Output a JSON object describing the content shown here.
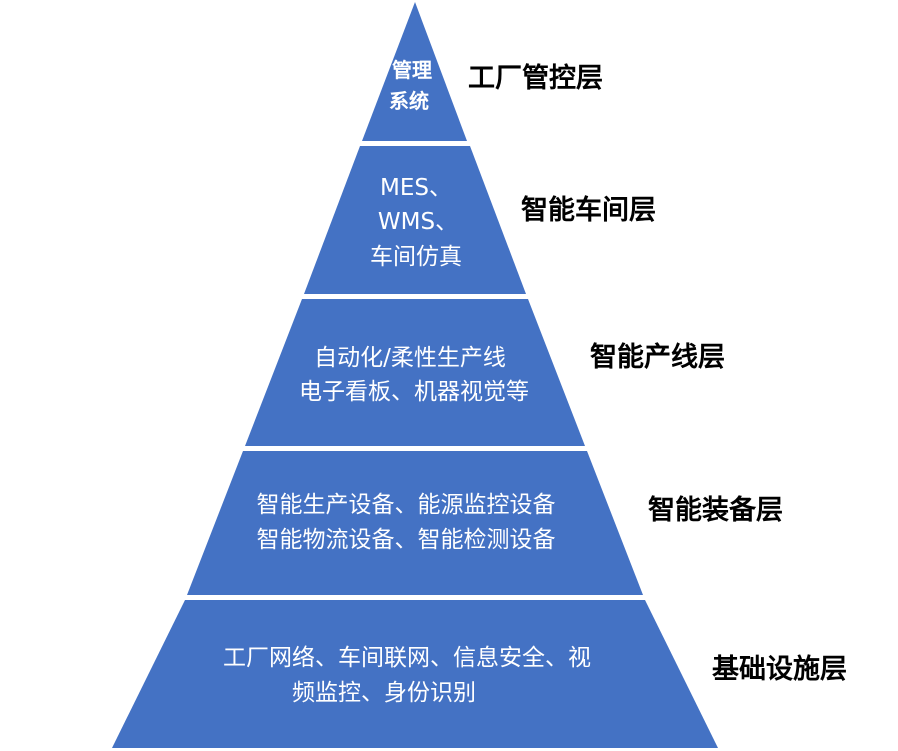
{
  "colors": {
    "tier_fill": "#4472C4",
    "tier_text": "#ffffff",
    "background": "#ffffff",
    "label_text": "#000000"
  },
  "layers": [
    {
      "label": "工厂管控层",
      "content_lines": [
        "管理",
        "系统"
      ]
    },
    {
      "label": "智能车间层",
      "content_lines": [
        "MES、",
        "WMS、",
        "车间仿真"
      ]
    },
    {
      "label": "智能产线层",
      "content_lines": [
        "自动化/柔性生产线",
        "电子看板、机器视觉等"
      ]
    },
    {
      "label": "智能装备层",
      "content_lines": [
        "智能生产设备、能源监控设备",
        "智能物流设备、智能检测设备"
      ]
    },
    {
      "label": "基础设施层",
      "content_lines": [
        "工厂网络、车间联网、信息安全、视",
        "频监控、身份识别"
      ]
    }
  ]
}
